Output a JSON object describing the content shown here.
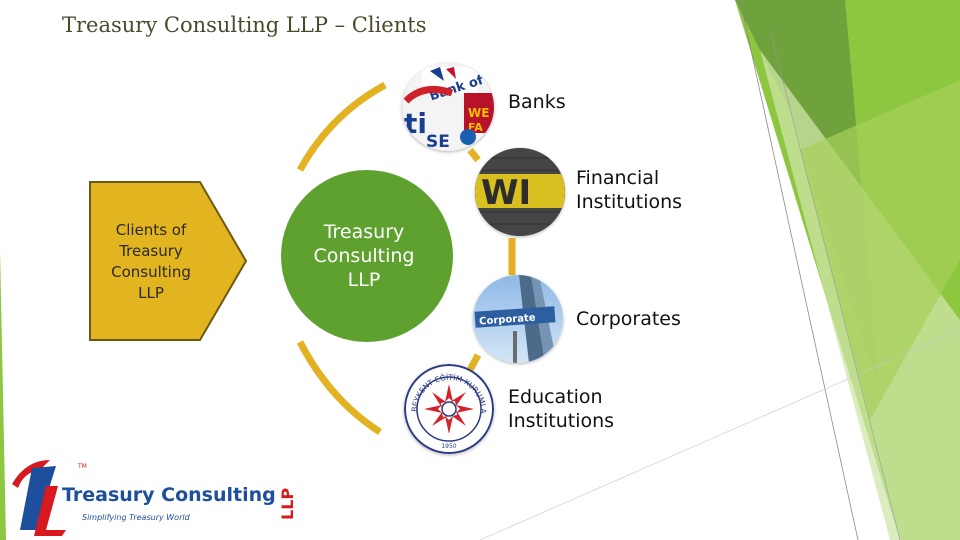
{
  "slide": {
    "title": "Treasury Consulting LLP – Clients"
  },
  "diagram": {
    "chevron_text": [
      "Clients of",
      "Treasury",
      "Consulting",
      "LLP"
    ],
    "hub_text": [
      "Treasury",
      "Consulting",
      "LLP"
    ],
    "nodes": [
      {
        "id": "banks",
        "label_lines": [
          "Banks"
        ]
      },
      {
        "id": "financial",
        "label_lines": [
          "Financial",
          "Institutions"
        ]
      },
      {
        "id": "corporates",
        "label_lines": [
          "Corporates"
        ]
      },
      {
        "id": "education",
        "label_lines": [
          "Education",
          "Institutions"
        ]
      }
    ],
    "node_images": {
      "banks_a": "Bank of A",
      "banks_b": "WE",
      "banks_c": "FA",
      "banks_d": "ti",
      "banks_e": "SE",
      "financial": "WI",
      "corporates": "Corporate",
      "education_ring": "BEYKENT EĞİTİM KURUMLARI",
      "education_year": "1950"
    }
  },
  "logo": {
    "name": "Treasury Consulting",
    "suffix": "LLP",
    "tagline": "Simplifying Treasury World",
    "tm": "TM"
  },
  "colors": {
    "hub": "#5ea12f",
    "chevron": "#e2b420",
    "connector": "#e3b222",
    "decor_green": "#8dc63f",
    "logo_blue": "#1e4f9c",
    "logo_red": "#d71920"
  }
}
